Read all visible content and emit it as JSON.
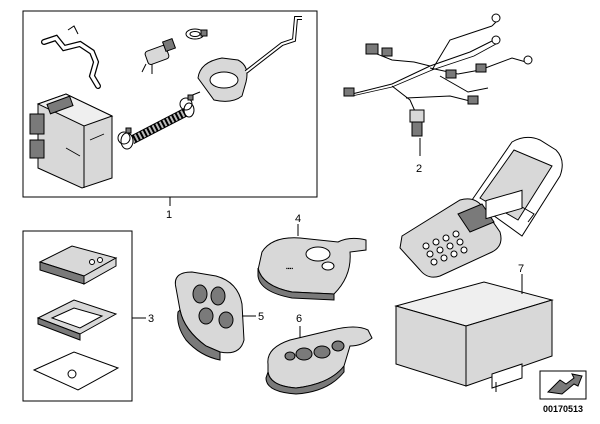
{
  "callouts": {
    "c1": "1",
    "c2": "2",
    "c3": "3",
    "c4": "4",
    "c5": "5",
    "c6": "6",
    "c7": "7"
  },
  "diagram_code": "00170513",
  "icons": {
    "nav": "arrow-right-icon"
  }
}
